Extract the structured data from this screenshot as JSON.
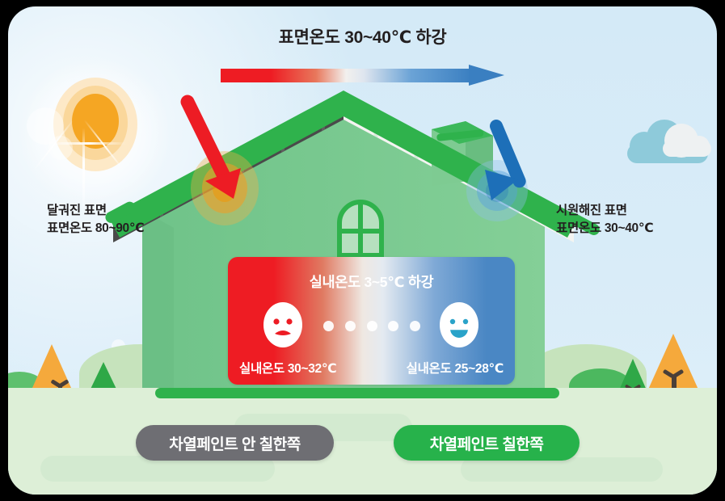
{
  "title_top": "표면온도 30~40℃ 하강",
  "labels": {
    "left_line1": "달궈진 표면",
    "left_line2": "표면온도 80~90℃",
    "right_line1": "시원해진 표면",
    "right_line2": "표면온도 30~40℃"
  },
  "indoor_panel": {
    "title": "실내온도 3~5℃ 하강",
    "left_temp": "실내온도 30~32℃",
    "right_temp": "실내온도 25~28℃",
    "sad_face_icon": "sad-face-icon",
    "happy_face_icon": "happy-face-icon",
    "dot_count": 5
  },
  "pills": {
    "left": "차열페인트 안 칠한쪽",
    "right": "차열페인트 칠한쪽"
  },
  "scene": {
    "sun_icon": "sun-icon",
    "cloud_icon": "cloud-icon",
    "hot_arrow_icon": "red-down-arrow-icon",
    "cool_arrow_icon": "blue-down-arrow-icon",
    "gradient_arrow_icon": "temperature-gradient-arrow-icon",
    "window_icon": "arched-window-icon",
    "chimney_icon": "chimney-icon",
    "tree_icon": "tree-icon"
  },
  "colors": {
    "hot": "#ee1c23",
    "cool": "#3a7fc1",
    "roof_green": "#2fb24c",
    "wall_green": "#7ecb92",
    "dark_roof": "#4a4a4a",
    "light_roof": "#f2f2f0",
    "sky": "#d7ecf8",
    "ground": "#ddefd7",
    "pill_gray": "#6e6e73",
    "pill_green": "#27b24b",
    "sun": "#f5a623",
    "tree_orange": "#f5a93c",
    "tree_green": "#2fa847"
  }
}
